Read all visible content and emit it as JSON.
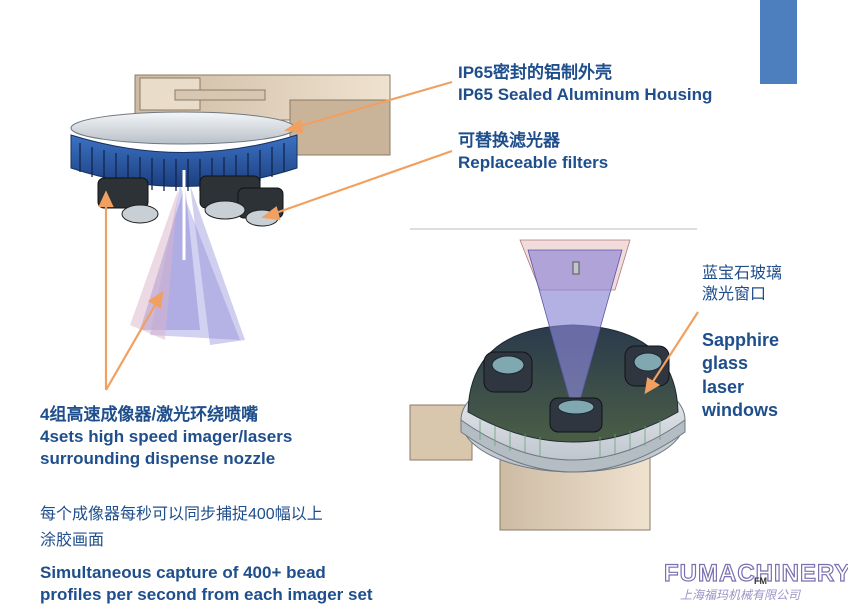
{
  "labels": {
    "housing_cn": "IP65密封的铝制外壳",
    "housing_en": "IP65 Sealed Aluminum Housing",
    "filters_cn": "可替换滤光器",
    "filters_en": "Replaceable filters",
    "sapphire_cn_1": "蓝宝石玻璃",
    "sapphire_cn_2": "激光窗口",
    "sapphire_en_1": "Sapphire",
    "sapphire_en_2": "glass",
    "sapphire_en_3": "laser",
    "sapphire_en_4": "windows",
    "imagers_cn": "4组高速成像器/激光环绕喷嘴",
    "imagers_en_1": "4sets high speed imager/lasers",
    "imagers_en_2": "surrounding dispense nozzle",
    "capture_cn_1": "每个成像器每秒可以同步捕捉400幅以上",
    "capture_cn_2": "涂胶画面",
    "capture_en_1": "Simultaneous capture of 400+ bead",
    "capture_en_2": "profiles per second from each imager set"
  },
  "logo": {
    "name": "FUMACHINERY",
    "mark": "FM",
    "subtitle": "上海福玛机械有限公司"
  },
  "colors": {
    "label_text": "#1f4e8c",
    "arrow": "#f0a060",
    "corner_bar": "#4d7ebd",
    "ring_blue": "#2a5fb0",
    "laser_fan": "#8a86d6",
    "housing_tan": "#e8d9c6"
  }
}
